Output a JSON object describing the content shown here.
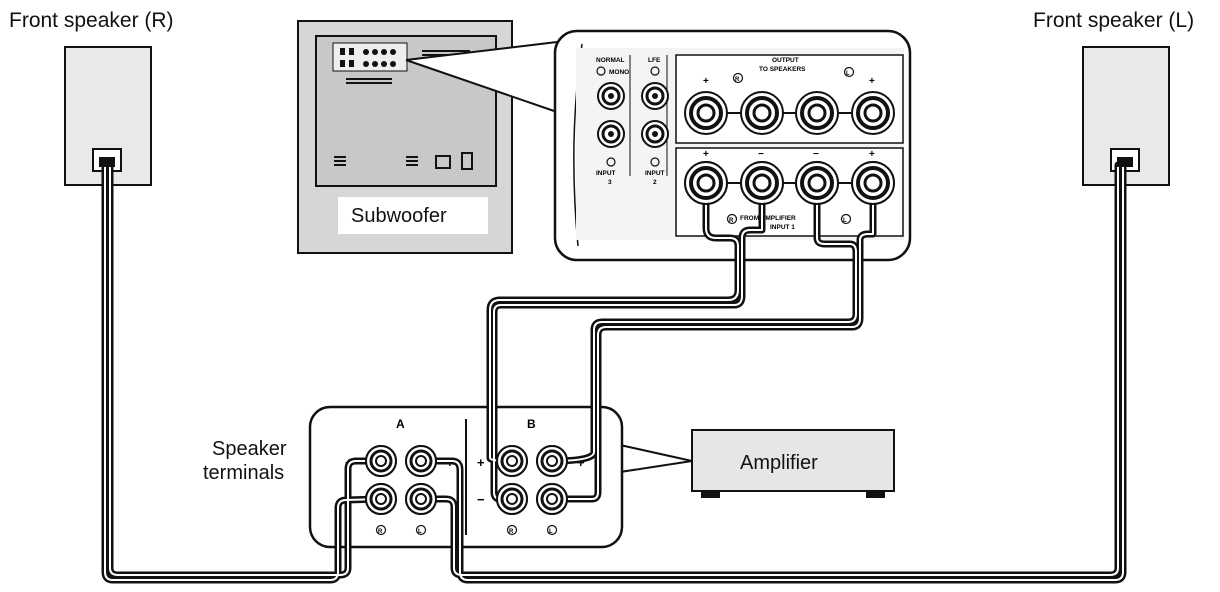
{
  "labels": {
    "front_speaker_r": "Front speaker (R)",
    "front_speaker_l": "Front speaker (L)",
    "subwoofer": "Subwoofer",
    "amplifier": "Amplifier",
    "speaker_terminals_1": "Speaker",
    "speaker_terminals_2": "terminals"
  },
  "subwoofer_panel": {
    "normal": "NORMAL",
    "mono": "MONO",
    "lfe": "LFE",
    "output": "OUTPUT",
    "to_speakers": "TO SPEAKERS",
    "input_3": "INPUT",
    "input_3_num": "3",
    "input_2": "INPUT",
    "input_2_num": "2",
    "from_amplifier": "FROM AMPLIFIER",
    "input_1": "INPUT 1",
    "plus": "+",
    "minus": "−",
    "r_mark": "R",
    "l_mark": "L"
  },
  "terminal_block": {
    "group_a": "A",
    "group_b": "B",
    "plus": "+",
    "minus": "−",
    "r_mark": "R",
    "l_mark": "L"
  },
  "colors": {
    "line": "#111111",
    "panel_gray": "#d6d6d6",
    "dark_gray": "#8c8c8c",
    "box_gray": "#e6e6e6"
  }
}
